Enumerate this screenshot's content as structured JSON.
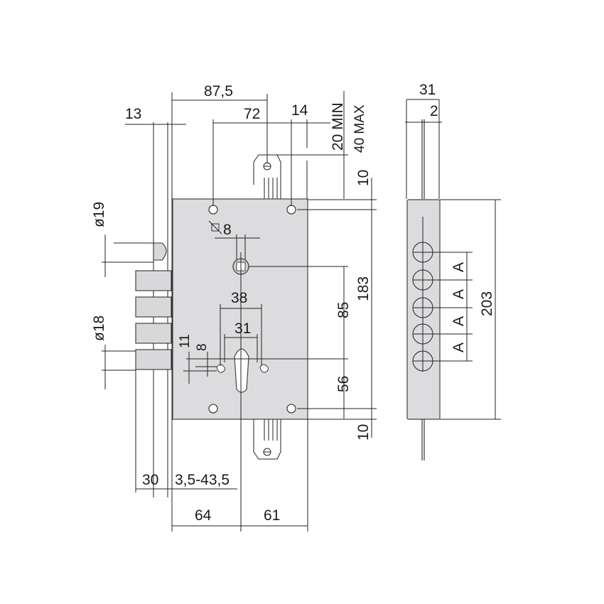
{
  "drawing": {
    "title": "Mortise lock dimensional drawing",
    "colors": {
      "body": "#dcdcdf",
      "line": "#222222",
      "background": "#ffffff"
    }
  },
  "dimensions": {
    "top": {
      "d87_5": "87,5",
      "d72": "72",
      "d14": "14",
      "d13": "13",
      "min": "20 MIN",
      "max": "40 MAX",
      "d10_top": "10"
    },
    "left": {
      "dia19": "ø19",
      "dia18": "ø18",
      "d11": "11",
      "d8_small": "8"
    },
    "center": {
      "square8": "8",
      "d38": "38",
      "d31": "31"
    },
    "right": {
      "d85": "85",
      "d56": "56",
      "d183": "183",
      "d10_bottom": "10"
    },
    "bottom": {
      "d30": "30",
      "backset_range": "3,5-43,5",
      "d64": "64",
      "d61": "61"
    },
    "side_view": {
      "d31": "31",
      "d2": "2",
      "d203": "203",
      "spacing_labels": [
        "A",
        "A",
        "A",
        "A"
      ]
    }
  }
}
